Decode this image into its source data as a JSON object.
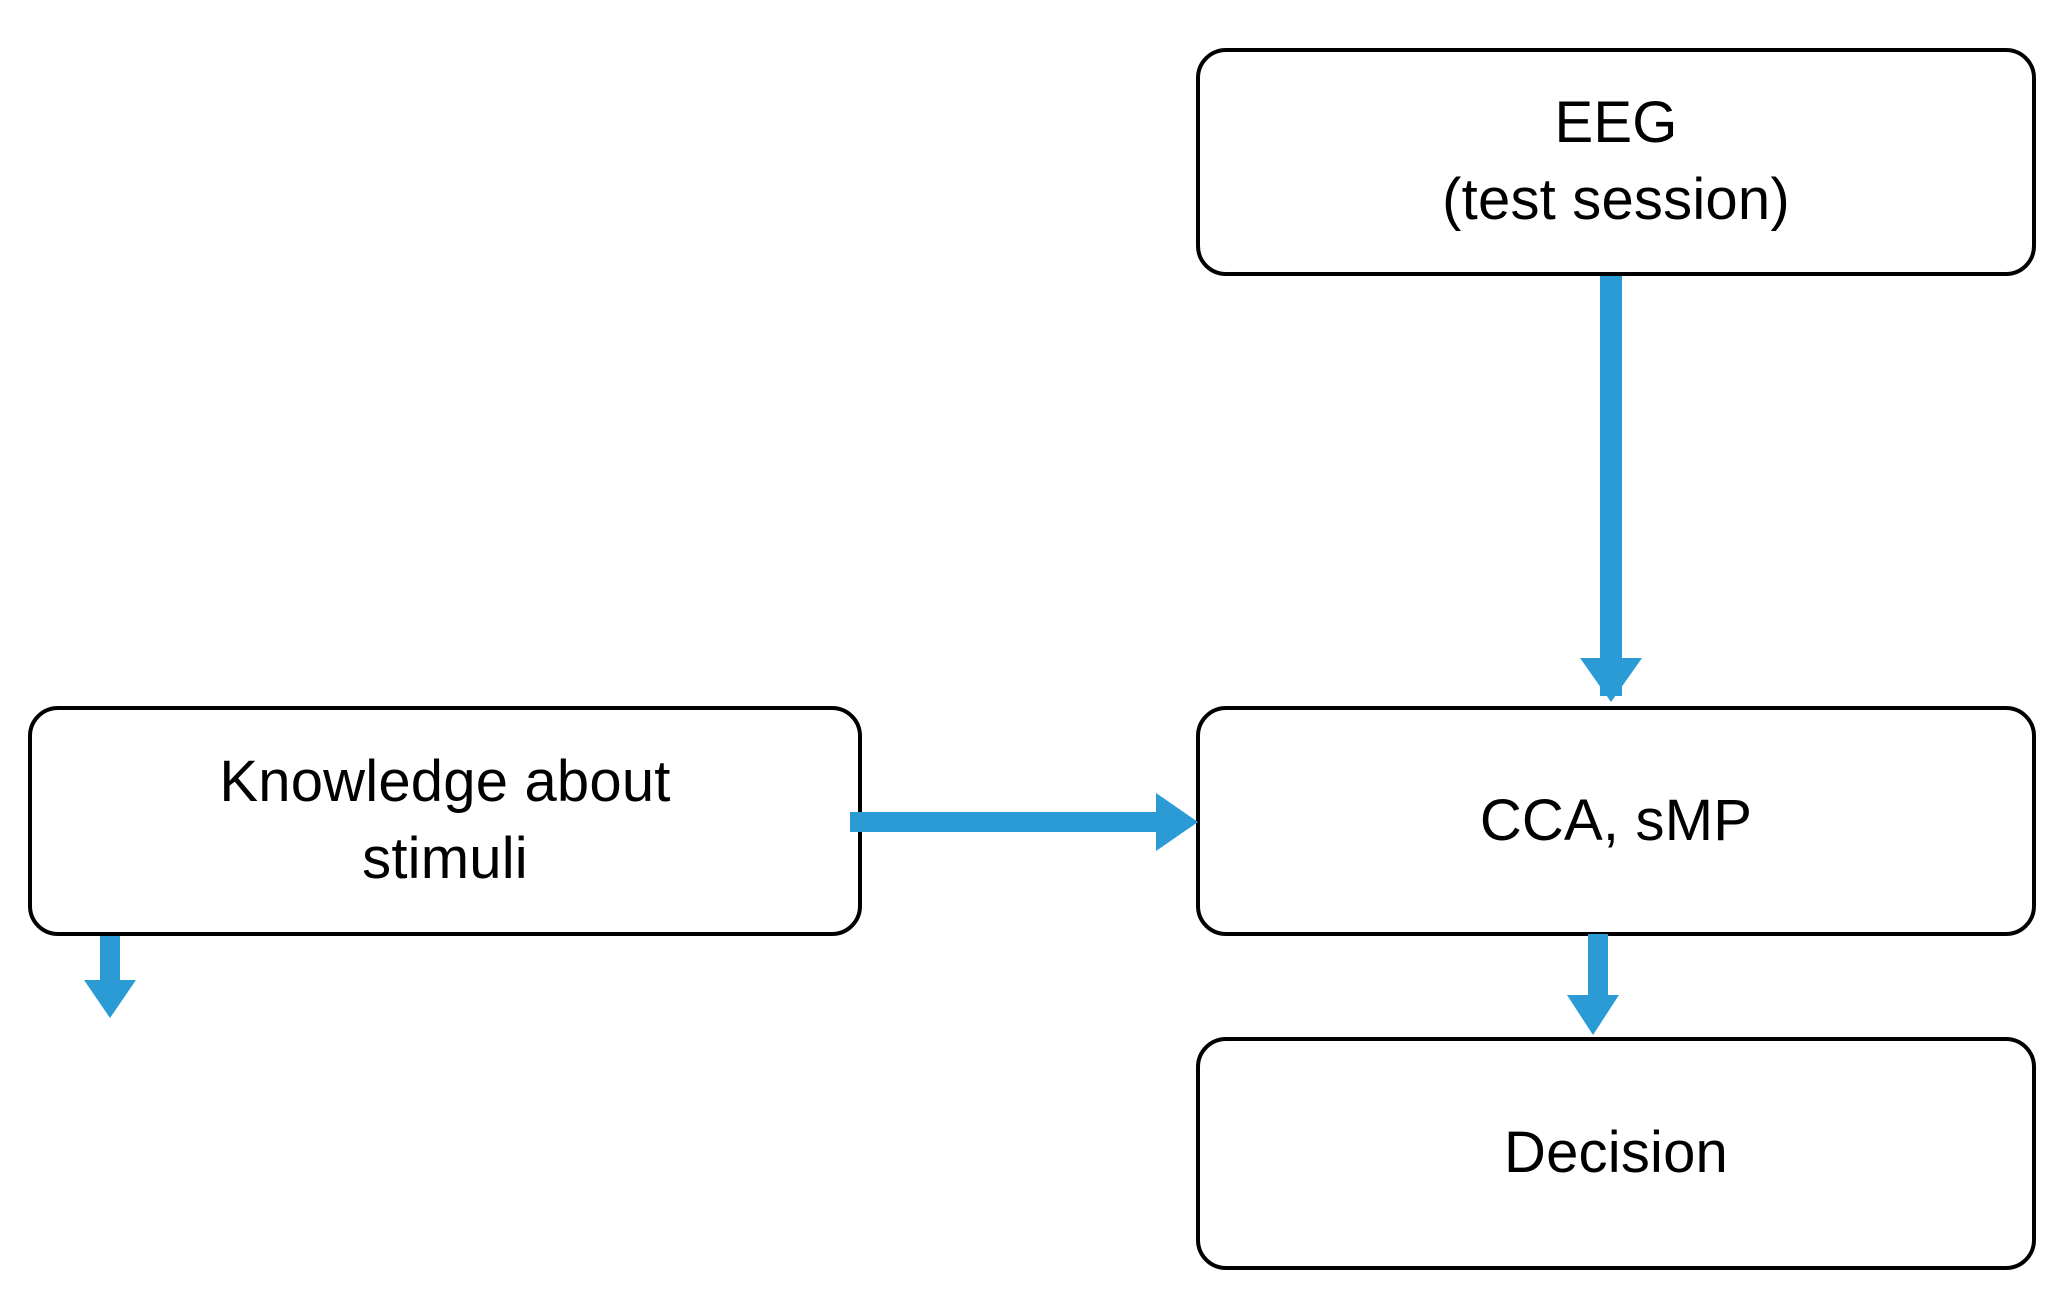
{
  "diagram": {
    "type": "flowchart",
    "title": "EEG test-session processing flowchart",
    "accent_color": "#2b9bd5",
    "node_border_color": "#000000",
    "background_color": "#ffffff",
    "nodes": [
      {
        "id": "eeg",
        "lines": [
          "EEG",
          "(test session)"
        ],
        "line1": "EEG",
        "line2": "(test session)"
      },
      {
        "id": "knowledge",
        "lines": [
          "Knowledge about",
          "stimuli"
        ],
        "line1": "Knowledge about",
        "line2": "stimuli"
      },
      {
        "id": "cca",
        "lines": [
          "CCA, sMP"
        ],
        "line1": "CCA, sMP",
        "line2": ""
      },
      {
        "id": "decision",
        "lines": [
          "Decision"
        ],
        "line1": "Decision",
        "line2": ""
      }
    ],
    "edges": [
      {
        "id": "eeg-cca",
        "from": "eeg",
        "to": "cca",
        "direction": "down",
        "label": ""
      },
      {
        "id": "knowledge-cca",
        "from": "knowledge",
        "to": "cca",
        "direction": "right",
        "label": ""
      },
      {
        "id": "cca-decision",
        "from": "cca",
        "to": "decision",
        "direction": "down",
        "label": ""
      },
      {
        "id": "knowledge-stub",
        "from": "knowledge",
        "to": "",
        "direction": "down",
        "label": ""
      }
    ]
  }
}
